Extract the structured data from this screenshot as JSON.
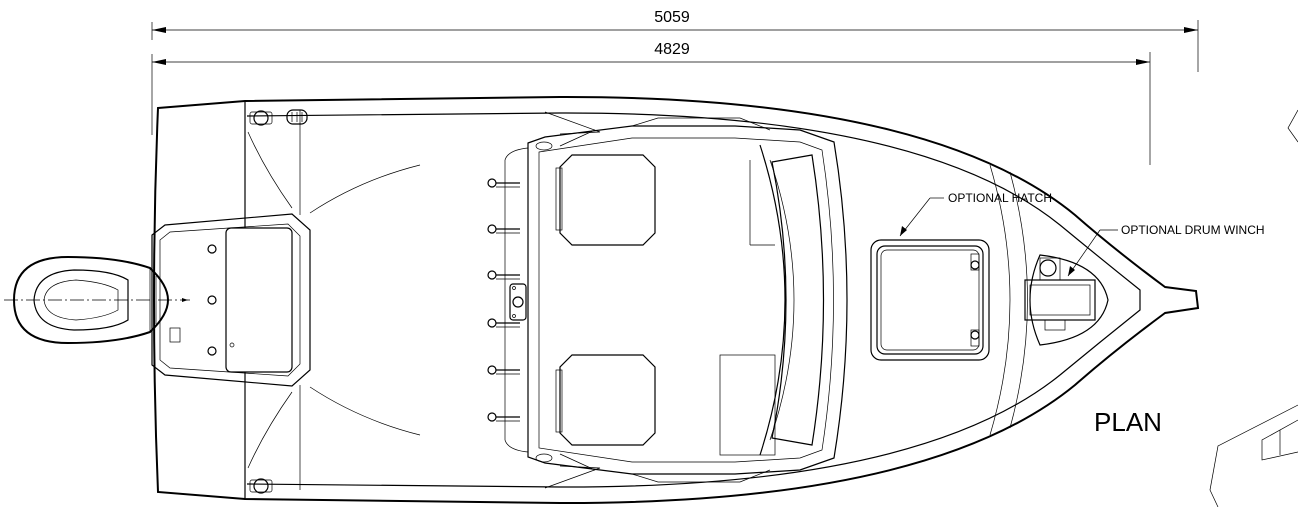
{
  "dimensions": {
    "overall_length": "5059",
    "hull_length": "4829"
  },
  "callouts": {
    "optional_hatch": "OPTIONAL  HATCH",
    "optional_drum_winch": "OPTIONAL DRUM WINCH"
  },
  "view_label": "PLAN",
  "colors": {
    "line": "#000000",
    "background": "#ffffff"
  }
}
